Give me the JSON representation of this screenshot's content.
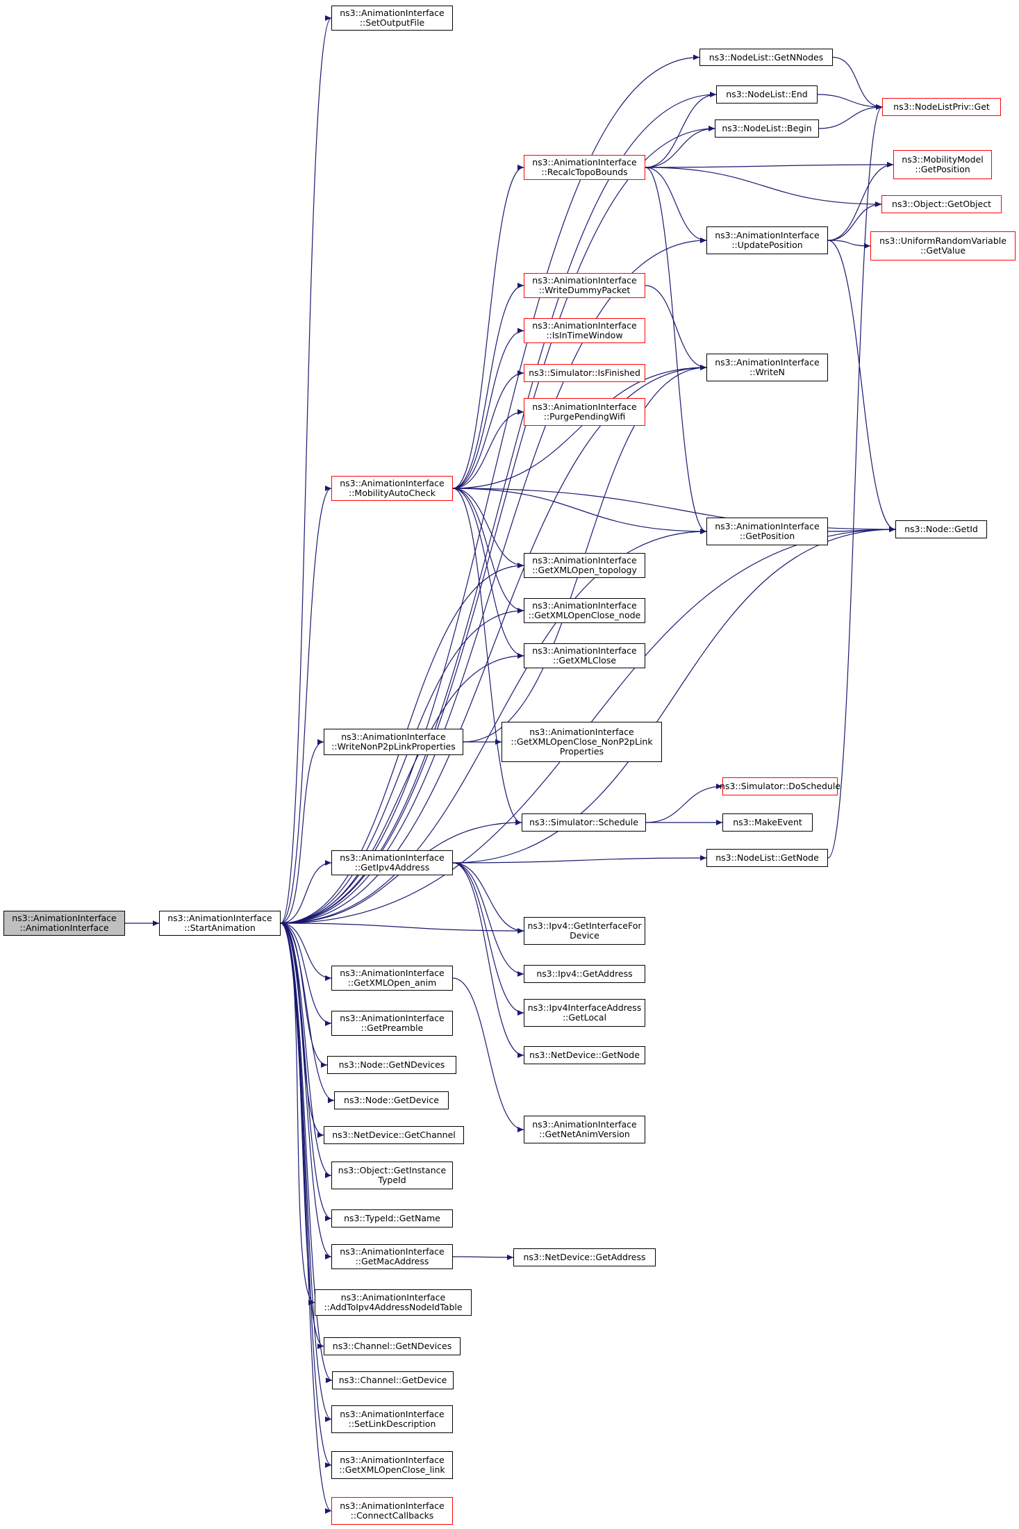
{
  "colors": {
    "edge": "#191970",
    "node_border": "#000000",
    "missing_border": "#ff0000",
    "root_fill": "#bfbfbf"
  },
  "nodes": [
    {
      "id": "root",
      "lines": [
        "ns3::AnimationInterface",
        "::AnimationInterface"
      ],
      "style": "root"
    },
    {
      "id": "start",
      "lines": [
        "ns3::AnimationInterface",
        "::StartAnimation"
      ],
      "style": "normal"
    },
    {
      "id": "setOutputFile",
      "lines": [
        "ns3::AnimationInterface",
        "::SetOutputFile"
      ],
      "style": "normal"
    },
    {
      "id": "getNNodes",
      "lines": [
        "ns3::NodeList::GetNNodes"
      ],
      "style": "normal"
    },
    {
      "id": "nodeListEnd",
      "lines": [
        "ns3::NodeList::End"
      ],
      "style": "normal"
    },
    {
      "id": "nodeListBegin",
      "lines": [
        "ns3::NodeList::Begin"
      ],
      "style": "normal"
    },
    {
      "id": "nodeListPrivGet",
      "lines": [
        "ns3::NodeListPriv::Get"
      ],
      "style": "red"
    },
    {
      "id": "recalc",
      "lines": [
        "ns3::AnimationInterface",
        "::RecalcTopoBounds"
      ],
      "style": "red"
    },
    {
      "id": "mobGetPos",
      "lines": [
        "ns3::MobilityModel",
        "::GetPosition"
      ],
      "style": "red"
    },
    {
      "id": "objGetObject",
      "lines": [
        "ns3::Object::GetObject"
      ],
      "style": "red"
    },
    {
      "id": "updatePos",
      "lines": [
        "ns3::AnimationInterface",
        "::UpdatePosition"
      ],
      "style": "normal"
    },
    {
      "id": "uniformGetValue",
      "lines": [
        "ns3::UniformRandomVariable",
        "::GetValue"
      ],
      "style": "red"
    },
    {
      "id": "writeDummy",
      "lines": [
        "ns3::AnimationInterface",
        "::WriteDummyPacket"
      ],
      "style": "red"
    },
    {
      "id": "isInTime",
      "lines": [
        "ns3::AnimationInterface",
        "::IsInTimeWindow"
      ],
      "style": "red"
    },
    {
      "id": "writeN",
      "lines": [
        "ns3::AnimationInterface",
        "::WriteN"
      ],
      "style": "normal"
    },
    {
      "id": "isFinished",
      "lines": [
        "ns3::Simulator::IsFinished"
      ],
      "style": "red"
    },
    {
      "id": "purgeWifi",
      "lines": [
        "ns3::AnimationInterface",
        "::PurgePendingWifi"
      ],
      "style": "red"
    },
    {
      "id": "mobAutoCheck",
      "lines": [
        "ns3::AnimationInterface",
        "::MobilityAutoCheck"
      ],
      "style": "red"
    },
    {
      "id": "aniGetPos",
      "lines": [
        "ns3::AnimationInterface",
        "::GetPosition"
      ],
      "style": "normal"
    },
    {
      "id": "nodeGetId",
      "lines": [
        "ns3::Node::GetId"
      ],
      "style": "normal"
    },
    {
      "id": "xmlTopology",
      "lines": [
        "ns3::AnimationInterface",
        "::GetXMLOpen_topology"
      ],
      "style": "normal"
    },
    {
      "id": "xmlNode",
      "lines": [
        "ns3::AnimationInterface",
        "::GetXMLOpenClose_node"
      ],
      "style": "normal"
    },
    {
      "id": "xmlClose",
      "lines": [
        "ns3::AnimationInterface",
        "::GetXMLClose"
      ],
      "style": "normal"
    },
    {
      "id": "writeNonP2p",
      "lines": [
        "ns3::AnimationInterface",
        "::WriteNonP2pLinkProperties"
      ],
      "style": "normal"
    },
    {
      "id": "xmlNonP2p",
      "lines": [
        "ns3::AnimationInterface",
        "::GetXMLOpenClose_NonP2pLink",
        "Properties"
      ],
      "style": "normal"
    },
    {
      "id": "doSchedule",
      "lines": [
        "ns3::Simulator::DoSchedule"
      ],
      "style": "red"
    },
    {
      "id": "schedule",
      "lines": [
        "ns3::Simulator::Schedule"
      ],
      "style": "normal"
    },
    {
      "id": "makeEvent",
      "lines": [
        "ns3::MakeEvent"
      ],
      "style": "normal"
    },
    {
      "id": "nodeListGetNode",
      "lines": [
        "ns3::NodeList::GetNode"
      ],
      "style": "normal"
    },
    {
      "id": "getIpv4",
      "lines": [
        "ns3::AnimationInterface",
        "::GetIpv4Address"
      ],
      "style": "normal"
    },
    {
      "id": "ipv4IfForDev",
      "lines": [
        "ns3::Ipv4::GetInterfaceFor",
        "Device"
      ],
      "style": "normal"
    },
    {
      "id": "ipv4GetAddr",
      "lines": [
        "ns3::Ipv4::GetAddress"
      ],
      "style": "normal"
    },
    {
      "id": "ipv4IfaceLocal",
      "lines": [
        "ns3::Ipv4InterfaceAddress",
        "::GetLocal"
      ],
      "style": "normal"
    },
    {
      "id": "netDevGetNode",
      "lines": [
        "ns3::NetDevice::GetNode"
      ],
      "style": "normal"
    },
    {
      "id": "xmlAnim",
      "lines": [
        "ns3::AnimationInterface",
        "::GetXMLOpen_anim"
      ],
      "style": "normal"
    },
    {
      "id": "getPreamble",
      "lines": [
        "ns3::AnimationInterface",
        "::GetPreamble"
      ],
      "style": "normal"
    },
    {
      "id": "nodeGetNDevices",
      "lines": [
        "ns3::Node::GetNDevices"
      ],
      "style": "normal"
    },
    {
      "id": "nodeGetDevice",
      "lines": [
        "ns3::Node::GetDevice"
      ],
      "style": "normal"
    },
    {
      "id": "netDevGetChannel",
      "lines": [
        "ns3::NetDevice::GetChannel"
      ],
      "style": "normal"
    },
    {
      "id": "getNetAnimVer",
      "lines": [
        "ns3::AnimationInterface",
        "::GetNetAnimVersion"
      ],
      "style": "normal"
    },
    {
      "id": "objGetInstance",
      "lines": [
        "ns3::Object::GetInstance",
        "TypeId"
      ],
      "style": "normal"
    },
    {
      "id": "typeIdGetName",
      "lines": [
        "ns3::TypeId::GetName"
      ],
      "style": "normal"
    },
    {
      "id": "getMac",
      "lines": [
        "ns3::AnimationInterface",
        "::GetMacAddress"
      ],
      "style": "normal"
    },
    {
      "id": "netDevGetAddr",
      "lines": [
        "ns3::NetDevice::GetAddress"
      ],
      "style": "normal"
    },
    {
      "id": "addToIpv4",
      "lines": [
        "ns3::AnimationInterface",
        "::AddToIpv4AddressNodeIdTable"
      ],
      "style": "normal"
    },
    {
      "id": "chanGetNDevices",
      "lines": [
        "ns3::Channel::GetNDevices"
      ],
      "style": "normal"
    },
    {
      "id": "chanGetDevice",
      "lines": [
        "ns3::Channel::GetDevice"
      ],
      "style": "normal"
    },
    {
      "id": "setLinkDesc",
      "lines": [
        "ns3::AnimationInterface",
        "::SetLinkDescription"
      ],
      "style": "normal"
    },
    {
      "id": "xmlLink",
      "lines": [
        "ns3::AnimationInterface",
        "::GetXMLOpenClose_link"
      ],
      "style": "normal"
    },
    {
      "id": "connectCallbacks",
      "lines": [
        "ns3::AnimationInterface",
        "::ConnectCallbacks"
      ],
      "style": "red"
    }
  ],
  "edges": [
    [
      "root",
      "start"
    ],
    [
      "start",
      "setOutputFile"
    ],
    [
      "start",
      "getNNodes"
    ],
    [
      "start",
      "nodeListEnd"
    ],
    [
      "start",
      "nodeListBegin"
    ],
    [
      "start",
      "updatePos"
    ],
    [
      "start",
      "writeN"
    ],
    [
      "start",
      "mobAutoCheck"
    ],
    [
      "start",
      "xmlTopology"
    ],
    [
      "start",
      "xmlNode"
    ],
    [
      "start",
      "xmlClose"
    ],
    [
      "start",
      "writeNonP2p"
    ],
    [
      "start",
      "aniGetPos"
    ],
    [
      "start",
      "schedule"
    ],
    [
      "start",
      "getIpv4"
    ],
    [
      "start",
      "ipv4IfForDev"
    ],
    [
      "start",
      "nodeGetId"
    ],
    [
      "start",
      "xmlAnim"
    ],
    [
      "start",
      "getPreamble"
    ],
    [
      "start",
      "nodeGetNDevices"
    ],
    [
      "start",
      "nodeGetDevice"
    ],
    [
      "start",
      "netDevGetChannel"
    ],
    [
      "start",
      "objGetInstance"
    ],
    [
      "start",
      "typeIdGetName"
    ],
    [
      "start",
      "getMac"
    ],
    [
      "start",
      "addToIpv4"
    ],
    [
      "start",
      "chanGetNDevices"
    ],
    [
      "start",
      "chanGetDevice"
    ],
    [
      "start",
      "setLinkDesc"
    ],
    [
      "start",
      "xmlLink"
    ],
    [
      "start",
      "connectCallbacks"
    ],
    [
      "getNNodes",
      "nodeListPrivGet"
    ],
    [
      "nodeListEnd",
      "nodeListPrivGet"
    ],
    [
      "nodeListBegin",
      "nodeListPrivGet"
    ],
    [
      "recalc",
      "nodeListEnd"
    ],
    [
      "recalc",
      "nodeListBegin"
    ],
    [
      "recalc",
      "mobGetPos"
    ],
    [
      "recalc",
      "objGetObject"
    ],
    [
      "recalc",
      "updatePos"
    ],
    [
      "recalc",
      "aniGetPos"
    ],
    [
      "updatePos",
      "mobGetPos"
    ],
    [
      "updatePos",
      "objGetObject"
    ],
    [
      "updatePos",
      "uniformGetValue"
    ],
    [
      "updatePos",
      "nodeGetId"
    ],
    [
      "writeDummy",
      "writeN"
    ],
    [
      "mobAutoCheck",
      "recalc"
    ],
    [
      "mobAutoCheck",
      "writeDummy"
    ],
    [
      "mobAutoCheck",
      "isInTime"
    ],
    [
      "mobAutoCheck",
      "isFinished"
    ],
    [
      "mobAutoCheck",
      "purgeWifi"
    ],
    [
      "mobAutoCheck",
      "writeN"
    ],
    [
      "mobAutoCheck",
      "nodeGetId"
    ],
    [
      "mobAutoCheck",
      "aniGetPos"
    ],
    [
      "mobAutoCheck",
      "xmlTopology"
    ],
    [
      "mobAutoCheck",
      "xmlNode"
    ],
    [
      "mobAutoCheck",
      "xmlClose"
    ],
    [
      "mobAutoCheck",
      "schedule"
    ],
    [
      "aniGetPos",
      "nodeGetId"
    ],
    [
      "writeNonP2p",
      "xmlNonP2p"
    ],
    [
      "writeNonP2p",
      "writeN"
    ],
    [
      "schedule",
      "doSchedule"
    ],
    [
      "schedule",
      "makeEvent"
    ],
    [
      "nodeListGetNode",
      "nodeListPrivGet"
    ],
    [
      "getIpv4",
      "nodeListGetNode"
    ],
    [
      "getIpv4",
      "nodeGetId"
    ],
    [
      "getIpv4",
      "ipv4IfForDev"
    ],
    [
      "getIpv4",
      "ipv4GetAddr"
    ],
    [
      "getIpv4",
      "ipv4IfaceLocal"
    ],
    [
      "getIpv4",
      "netDevGetNode"
    ],
    [
      "xmlAnim",
      "getNetAnimVer"
    ],
    [
      "getMac",
      "netDevGetAddr"
    ]
  ]
}
